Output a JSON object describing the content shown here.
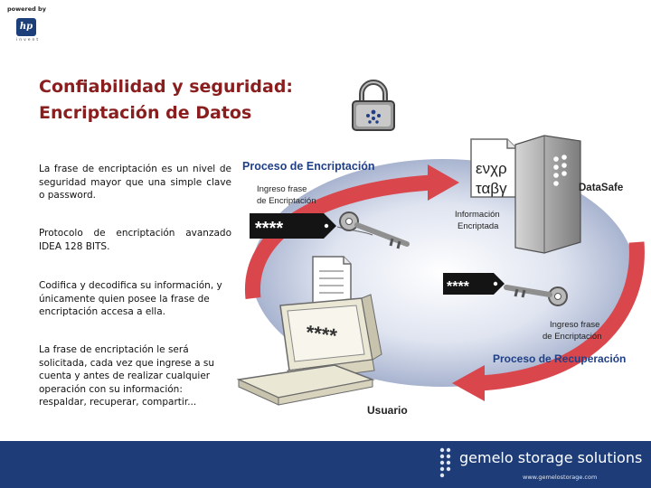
{
  "logo": {
    "powered_by": "powered by",
    "mark": "hp",
    "tagline": "invent"
  },
  "title": {
    "line1": "Confiabilidad y seguridad:",
    "line2": "Encriptación de Datos"
  },
  "paragraphs": [
    "La frase de encriptación es un nivel de seguridad mayor que una simple clave o password.",
    "Protocolo de encriptación avanzado IDEA 128 BITS.",
    "Codifica y decodifica su información, y únicamente quien posee la frase de encriptación accesa a ella.",
    "La frase de encriptación le será solicitada, cada vez que ingrese a su cuenta y antes de realizar cualquier operación con su información: respaldar, recuperar, compartir..."
  ],
  "diagram": {
    "process_encrypt": "Proceso de Encriptación",
    "ingreso_top_1": "Ingreso frase",
    "ingreso_top_2": "de Encriptación",
    "cipher_1": "ενχρ",
    "cipher_2": "ταβγ",
    "info_1": "Información",
    "info_2": "Encriptada",
    "datasafe": "DataSafe",
    "stars_top": "****",
    "stars_bottom": "****",
    "ingreso_bottom_1": "Ingreso frase",
    "ingreso_bottom_2": "de Encriptación",
    "process_recover": "Proceso de Recuperación",
    "screen_stars": "****",
    "usuario": "Usuario"
  },
  "footer": {
    "brand": "gemelo storage solutions",
    "url": "www.gemelostorage.com"
  },
  "colors": {
    "title": "#8a1d1d",
    "footer_bg": "#1e3d78",
    "process_blue": "#1f3f86",
    "arrow_red": "#d9474d"
  }
}
